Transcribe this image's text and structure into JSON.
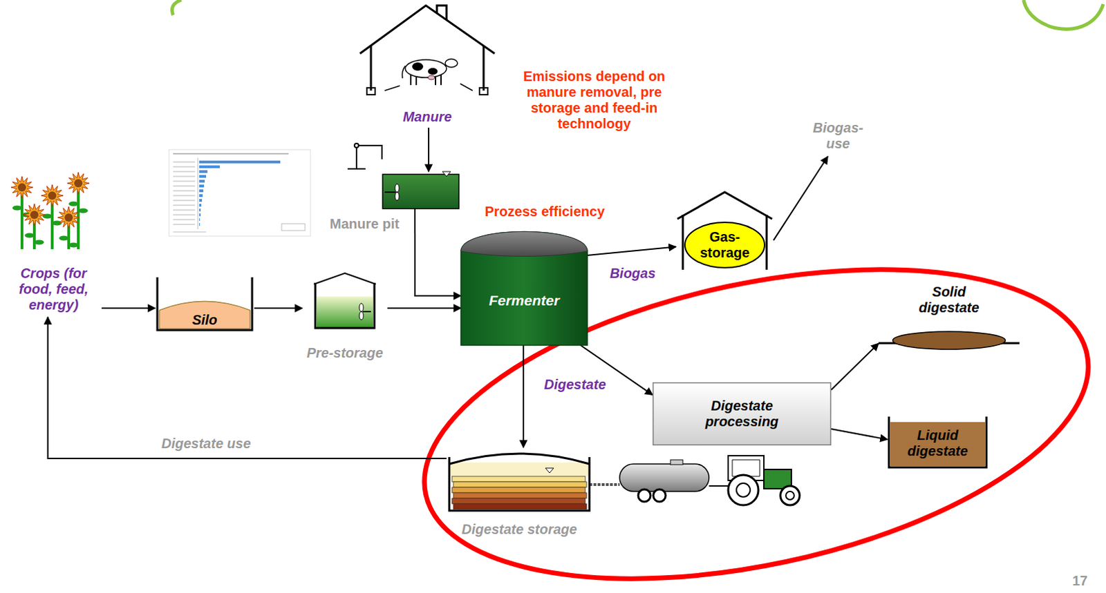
{
  "diagram": {
    "nodes": [
      {
        "text": [
          "Manure"
        ]
      },
      {
        "text": [
          "Crops (for food, feed, energy)"
        ]
      },
      {
        "text": [
          "Silo"
        ]
      },
      {
        "text": [
          "Pre-storage"
        ]
      },
      {
        "text": [
          "Manure pit"
        ]
      },
      {
        "text": [
          "Fermenter"
        ]
      },
      {
        "text": [
          "Gas-storage"
        ]
      },
      {
        "text": [
          "Biogas-use"
        ]
      },
      {
        "text": [
          "Digestate processing"
        ]
      },
      {
        "text": [
          "Solid digestate"
        ]
      },
      {
        "text": [
          "Liquid digestate"
        ]
      },
      {
        "text": [
          "Digestate storage"
        ]
      }
    ],
    "edges": [
      {
        "from": 0,
        "to": 4,
        "arrow": "to"
      },
      {
        "from": 1,
        "to": 2,
        "arrow": "to"
      },
      {
        "from": 2,
        "to": 3,
        "arrow": "to"
      },
      {
        "from": 3,
        "to": 5,
        "arrow": "to"
      },
      {
        "from": 4,
        "to": 5,
        "arrow": "to"
      },
      {
        "from": 5,
        "to": 6,
        "label": "Biogas",
        "arrow": "to"
      },
      {
        "from": 6,
        "to": 7,
        "arrow": "to"
      },
      {
        "from": 5,
        "to": 11,
        "label": "Digestate",
        "arrow": "to"
      },
      {
        "from": 5,
        "to": 8,
        "arrow": "to"
      },
      {
        "from": 8,
        "to": 9,
        "arrow": "to"
      },
      {
        "from": 8,
        "to": 10,
        "arrow": "to"
      },
      {
        "from": 11,
        "to": 1,
        "label": "Digestate use",
        "arrow": "to"
      }
    ],
    "labels": [
      "Emissions depend on manure removal, pre storage and feed-in technology",
      "Prozess efficiency",
      "17"
    ]
  }
}
